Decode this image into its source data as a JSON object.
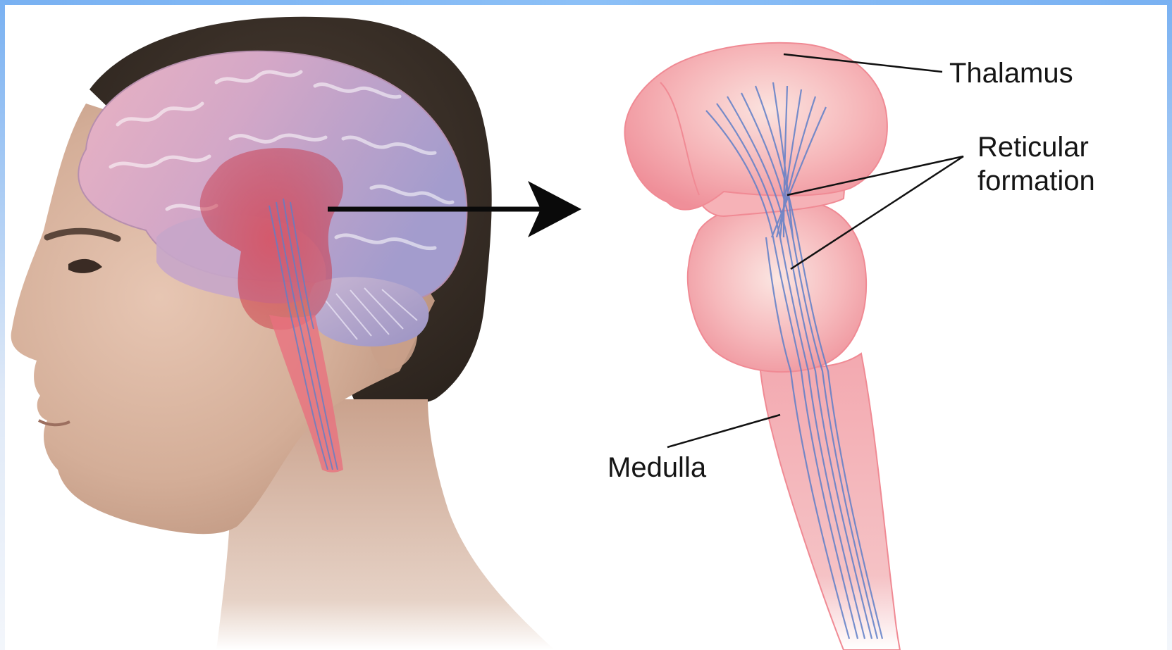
{
  "labels": {
    "thalamus": "Thalamus",
    "reticular_line1": "Reticular",
    "reticular_line2": "formation",
    "medulla": "Medulla"
  },
  "colors": {
    "frame": "#79b1f2",
    "skin": "#d8b49f",
    "hair": "#3b3129",
    "brain_pink": "#e9a9bd",
    "brain_lavender": "#a9a3cf",
    "brainstem_pink": "#f2a4ab",
    "fibers_blue": "#6f88c9",
    "arrow": "#0a0a0a",
    "leader_lines": "#111111"
  },
  "icons": {
    "arrow": "right-arrow-icon"
  }
}
